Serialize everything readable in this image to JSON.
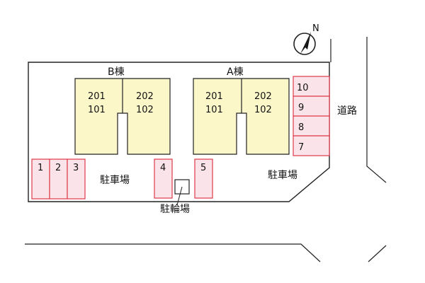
{
  "buildings": {
    "b": {
      "name": "B棟",
      "units": {
        "left_top": "201",
        "left_bottom": "101",
        "right_top": "202",
        "right_bottom": "102"
      }
    },
    "a": {
      "name": "A棟",
      "units": {
        "left_top": "201",
        "left_bottom": "101",
        "right_top": "202",
        "right_bottom": "102"
      }
    }
  },
  "parking": {
    "left_label": "駐車場",
    "right_label": "駐車場",
    "spaces": [
      "1",
      "2",
      "3",
      "4",
      "5",
      "7",
      "8",
      "9",
      "10"
    ]
  },
  "bicycle_parking": {
    "label": "駐輪場"
  },
  "road": {
    "label": "道路"
  },
  "compass": {
    "north": "N"
  },
  "colors": {
    "building_fill": "#fbf7c9",
    "parking_fill": "#fbe3ea",
    "parking_stroke": "#e03a4a",
    "line": "#222222"
  }
}
